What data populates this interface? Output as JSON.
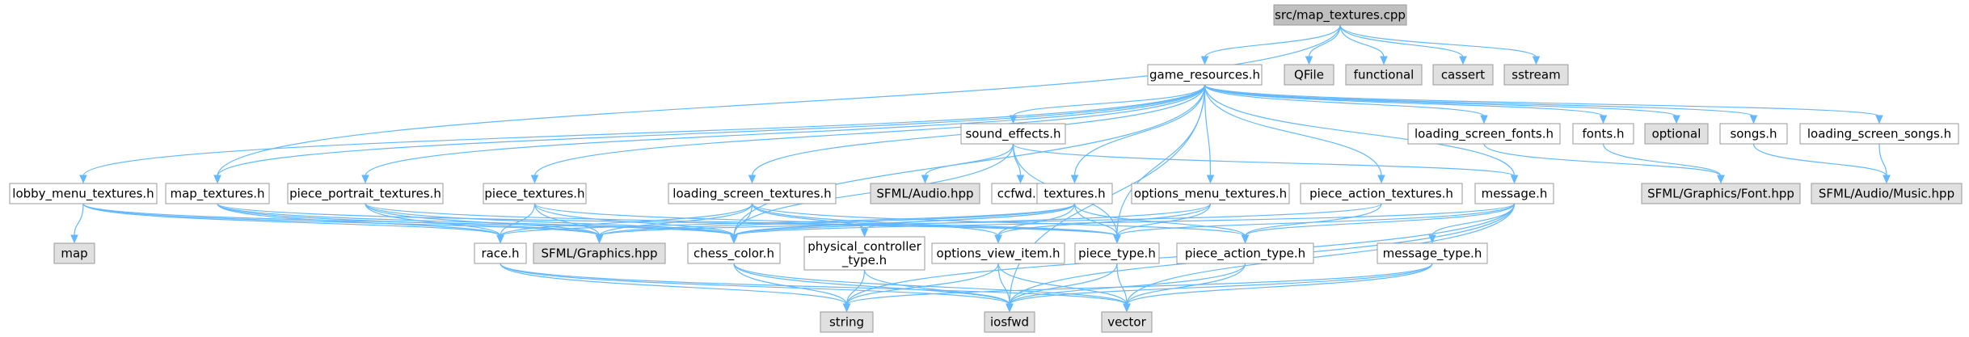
{
  "graph": {
    "style": {
      "root_fill": "#bfbfbf",
      "node_fill": "#ffffff",
      "external_fill": "#e0e0e0",
      "border": "#999999",
      "edge": "#63b8ff"
    },
    "nodes": [
      {
        "id": "root",
        "label": "src/map_textures.cpp",
        "kind": "root"
      },
      {
        "id": "game_resources",
        "label": "game_resources.h",
        "kind": "internal"
      },
      {
        "id": "qfile",
        "label": "QFile",
        "kind": "external"
      },
      {
        "id": "functional",
        "label": "functional",
        "kind": "external"
      },
      {
        "id": "cassert",
        "label": "cassert",
        "kind": "external"
      },
      {
        "id": "sstream",
        "label": "sstream",
        "kind": "external"
      },
      {
        "id": "sound_effects",
        "label": "sound_effects.h",
        "kind": "internal"
      },
      {
        "id": "loading_screen_fonts",
        "label": "loading_screen_fonts.h",
        "kind": "internal"
      },
      {
        "id": "fonts",
        "label": "fonts.h",
        "kind": "internal"
      },
      {
        "id": "optional",
        "label": "optional",
        "kind": "external"
      },
      {
        "id": "songs",
        "label": "songs.h",
        "kind": "internal"
      },
      {
        "id": "loading_screen_songs",
        "label": "loading_screen_songs.h",
        "kind": "internal"
      },
      {
        "id": "lobby_menu_textures",
        "label": "lobby_menu_textures.h",
        "kind": "internal"
      },
      {
        "id": "map_textures",
        "label": "map_textures.h",
        "kind": "internal"
      },
      {
        "id": "piece_portrait_textures",
        "label": "piece_portrait_textures.h",
        "kind": "internal"
      },
      {
        "id": "piece_textures",
        "label": "piece_textures.h",
        "kind": "internal"
      },
      {
        "id": "loading_screen_textures",
        "label": "loading_screen_textures.h",
        "kind": "internal"
      },
      {
        "id": "sfml_audio",
        "label": "SFML/Audio.hpp",
        "kind": "external"
      },
      {
        "id": "ccfwd",
        "label": "ccfwd.h",
        "kind": "internal"
      },
      {
        "id": "textures",
        "label": "textures.h",
        "kind": "internal"
      },
      {
        "id": "options_menu_textures",
        "label": "options_menu_textures.h",
        "kind": "internal"
      },
      {
        "id": "piece_action_textures",
        "label": "piece_action_textures.h",
        "kind": "internal"
      },
      {
        "id": "message",
        "label": "message.h",
        "kind": "internal"
      },
      {
        "id": "sfml_font",
        "label": "SFML/Graphics/Font.hpp",
        "kind": "external"
      },
      {
        "id": "sfml_music",
        "label": "SFML/Audio/Music.hpp",
        "kind": "external"
      },
      {
        "id": "map",
        "label": "map",
        "kind": "external"
      },
      {
        "id": "race",
        "label": "race.h",
        "kind": "internal"
      },
      {
        "id": "sfml_graphics",
        "label": "SFML/Graphics.hpp",
        "kind": "external"
      },
      {
        "id": "chess_color",
        "label": "chess_color.h",
        "kind": "internal"
      },
      {
        "id": "physical_controller_type",
        "label": "physical_controller\n_type.h",
        "kind": "internal"
      },
      {
        "id": "options_view_item",
        "label": "options_view_item.h",
        "kind": "internal"
      },
      {
        "id": "piece_type",
        "label": "piece_type.h",
        "kind": "internal"
      },
      {
        "id": "piece_action_type",
        "label": "piece_action_type.h",
        "kind": "internal"
      },
      {
        "id": "message_type",
        "label": "message_type.h",
        "kind": "internal"
      },
      {
        "id": "string",
        "label": "string",
        "kind": "external"
      },
      {
        "id": "iosfwd",
        "label": "iosfwd",
        "kind": "external"
      },
      {
        "id": "vector",
        "label": "vector",
        "kind": "external"
      }
    ],
    "edges": [
      [
        "root",
        "game_resources"
      ],
      [
        "root",
        "qfile"
      ],
      [
        "root",
        "functional"
      ],
      [
        "root",
        "cassert"
      ],
      [
        "root",
        "sstream"
      ],
      [
        "root",
        "map_textures"
      ],
      [
        "game_resources",
        "sound_effects"
      ],
      [
        "game_resources",
        "loading_screen_fonts"
      ],
      [
        "game_resources",
        "fonts"
      ],
      [
        "game_resources",
        "optional"
      ],
      [
        "game_resources",
        "songs"
      ],
      [
        "game_resources",
        "loading_screen_songs"
      ],
      [
        "game_resources",
        "lobby_menu_textures"
      ],
      [
        "game_resources",
        "map_textures"
      ],
      [
        "game_resources",
        "piece_portrait_textures"
      ],
      [
        "game_resources",
        "piece_textures"
      ],
      [
        "game_resources",
        "loading_screen_textures"
      ],
      [
        "game_resources",
        "textures"
      ],
      [
        "game_resources",
        "options_menu_textures"
      ],
      [
        "game_resources",
        "piece_action_textures"
      ],
      [
        "game_resources",
        "message"
      ],
      [
        "game_resources",
        "chess_color"
      ],
      [
        "game_resources",
        "piece_type"
      ],
      [
        "game_resources",
        "iosfwd"
      ],
      [
        "sound_effects",
        "sfml_audio"
      ],
      [
        "sound_effects",
        "ccfwd"
      ],
      [
        "sound_effects",
        "message"
      ],
      [
        "sound_effects",
        "chess_color"
      ],
      [
        "sound_effects",
        "piece_type"
      ],
      [
        "loading_screen_fonts",
        "sfml_font"
      ],
      [
        "fonts",
        "sfml_font"
      ],
      [
        "songs",
        "sfml_music"
      ],
      [
        "loading_screen_songs",
        "sfml_music"
      ],
      [
        "lobby_menu_textures",
        "map"
      ],
      [
        "lobby_menu_textures",
        "race"
      ],
      [
        "lobby_menu_textures",
        "sfml_graphics"
      ],
      [
        "lobby_menu_textures",
        "chess_color"
      ],
      [
        "map_textures",
        "race"
      ],
      [
        "map_textures",
        "sfml_graphics"
      ],
      [
        "map_textures",
        "chess_color"
      ],
      [
        "map_textures",
        "piece_type"
      ],
      [
        "piece_portrait_textures",
        "race"
      ],
      [
        "piece_portrait_textures",
        "sfml_graphics"
      ],
      [
        "piece_portrait_textures",
        "chess_color"
      ],
      [
        "piece_portrait_textures",
        "piece_type"
      ],
      [
        "piece_textures",
        "race"
      ],
      [
        "piece_textures",
        "sfml_graphics"
      ],
      [
        "piece_textures",
        "chess_color"
      ],
      [
        "piece_textures",
        "piece_type"
      ],
      [
        "loading_screen_textures",
        "sfml_graphics"
      ],
      [
        "loading_screen_textures",
        "chess_color"
      ],
      [
        "loading_screen_textures",
        "physical_controller_type"
      ],
      [
        "loading_screen_textures",
        "options_view_item"
      ],
      [
        "loading_screen_textures",
        "race"
      ],
      [
        "loading_screen_textures",
        "piece_action_type"
      ],
      [
        "textures",
        "sfml_graphics"
      ],
      [
        "textures",
        "chess_color"
      ],
      [
        "textures",
        "physical_controller_type"
      ],
      [
        "textures",
        "options_view_item"
      ],
      [
        "textures",
        "piece_type"
      ],
      [
        "textures",
        "piece_action_type"
      ],
      [
        "textures",
        "race"
      ],
      [
        "options_menu_textures",
        "chess_color"
      ],
      [
        "options_menu_textures",
        "options_view_item"
      ],
      [
        "options_menu_textures",
        "piece_type"
      ],
      [
        "piece_action_textures",
        "sfml_graphics"
      ],
      [
        "piece_action_textures",
        "piece_action_type"
      ],
      [
        "message",
        "chess_color"
      ],
      [
        "message",
        "piece_type"
      ],
      [
        "message",
        "piece_action_type"
      ],
      [
        "message",
        "message_type"
      ],
      [
        "message",
        "iosfwd"
      ],
      [
        "message",
        "vector"
      ],
      [
        "message",
        "string"
      ],
      [
        "race",
        "string"
      ],
      [
        "race",
        "iosfwd"
      ],
      [
        "race",
        "vector"
      ],
      [
        "chess_color",
        "string"
      ],
      [
        "chess_color",
        "iosfwd"
      ],
      [
        "chess_color",
        "vector"
      ],
      [
        "physical_controller_type",
        "string"
      ],
      [
        "physical_controller_type",
        "iosfwd"
      ],
      [
        "options_view_item",
        "string"
      ],
      [
        "options_view_item",
        "iosfwd"
      ],
      [
        "options_view_item",
        "vector"
      ],
      [
        "piece_type",
        "iosfwd"
      ],
      [
        "piece_type",
        "vector"
      ],
      [
        "piece_action_type",
        "iosfwd"
      ],
      [
        "piece_action_type",
        "vector"
      ],
      [
        "message_type",
        "string"
      ],
      [
        "message_type",
        "iosfwd"
      ],
      [
        "message_type",
        "vector"
      ]
    ]
  }
}
